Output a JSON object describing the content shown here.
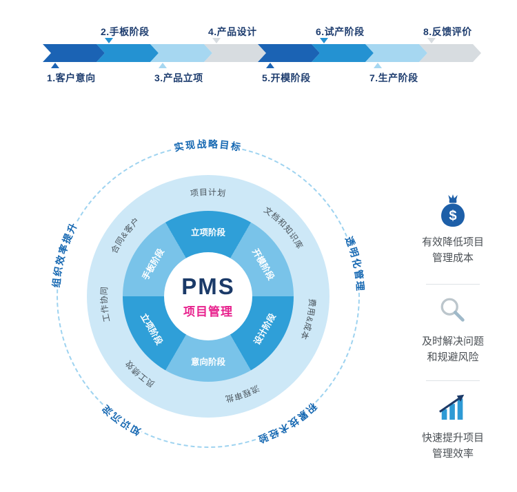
{
  "process_bar": {
    "stages": [
      {
        "label": "1.客户意向",
        "side": "below",
        "color": "#1b63b4"
      },
      {
        "label": "2.手板阶段",
        "side": "above",
        "color": "#2492d2"
      },
      {
        "label": "3.产品立项",
        "side": "below",
        "color": "#a6d7f1"
      },
      {
        "label": "4.产品设计",
        "side": "above",
        "color": "#d7dce0"
      },
      {
        "label": "5.开模阶段",
        "side": "below",
        "color": "#1b63b4"
      },
      {
        "label": "6.试产阶段",
        "side": "above",
        "color": "#2492d2"
      },
      {
        "label": "7.生产阶段",
        "side": "below",
        "color": "#a6d7f1"
      },
      {
        "label": "8.反馈评价",
        "side": "above",
        "color": "#d7dce0"
      }
    ]
  },
  "diagram": {
    "center": {
      "title": "PMS",
      "subtitle": "项目管理"
    },
    "wedges": [
      "立项阶段",
      "开模阶段",
      "设计阶段",
      "意向阶段",
      "立项阶段",
      "手板阶段"
    ],
    "ring_labels": [
      "项目计划",
      "文档和知识库",
      "费用&成本",
      "流程审批",
      "员工绩效",
      "工作协同",
      "合同&客户"
    ],
    "outer_labels": [
      "实现战略目标",
      "透明化管理",
      "积累技术经验",
      "知识沉淀",
      "组织效率提升"
    ],
    "colors": {
      "pie_strong": "#2f9fd8",
      "pie_soft": "#79c3e9",
      "circle_bg": "#cde8f7",
      "dashed_ring": "#9ed3f0",
      "outer_label": "#1668b2",
      "center_title": "#1b3a68",
      "center_subtitle": "#e8218d"
    }
  },
  "benefits": [
    {
      "icon": "money-bag-icon",
      "symbol": "$",
      "line1": "有效降低项目",
      "line2": "管理成本"
    },
    {
      "icon": "magnifier-icon",
      "line1": "及时解决问题",
      "line2": "和规避风险"
    },
    {
      "icon": "bar-chart-icon",
      "line1": "快速提升项目",
      "line2": "管理效率"
    }
  ]
}
